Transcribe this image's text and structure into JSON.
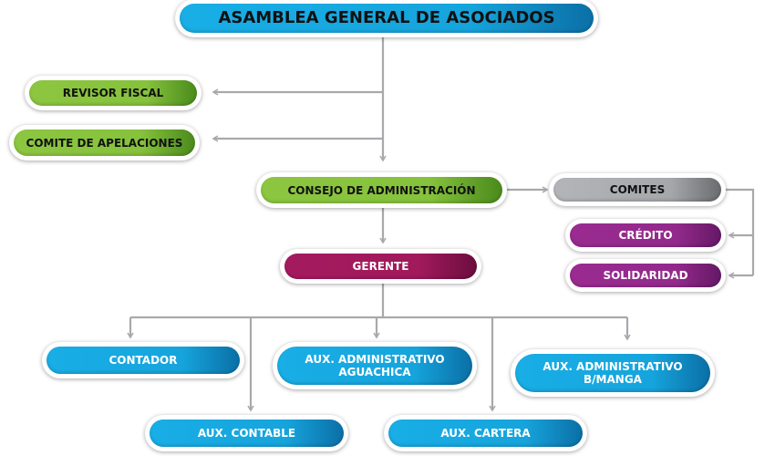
{
  "title": "ASAMBLEA GENERAL DE ASOCIADOS",
  "nodes": {
    "revisor": "REVISOR FISCAL",
    "apelaciones": "COMITE DE APELACIONES",
    "consejo": "CONSEJO DE ADMINISTRACIÓN",
    "comites": "COMITES",
    "credito": "CRÉDITO",
    "solidaridad": "SOLIDARIDAD",
    "gerente": "GERENTE",
    "contador": "CONTADOR",
    "aguachica_1": "AUX. ADMINISTRATIVO",
    "aguachica_2": "AGUACHICA",
    "bmanga_1": "AUX. ADMINISTRATIVO",
    "bmanga_2": "B/MANGA",
    "contable": "AUX. CONTABLE",
    "cartera": "AUX. CARTERA"
  },
  "colors": {
    "blue": "#19aee6",
    "green": "#8dc641",
    "gray": "#a5a7aa",
    "purple": "#9a2b90",
    "wine": "#a51a5e",
    "line": "#a7a9ac"
  }
}
